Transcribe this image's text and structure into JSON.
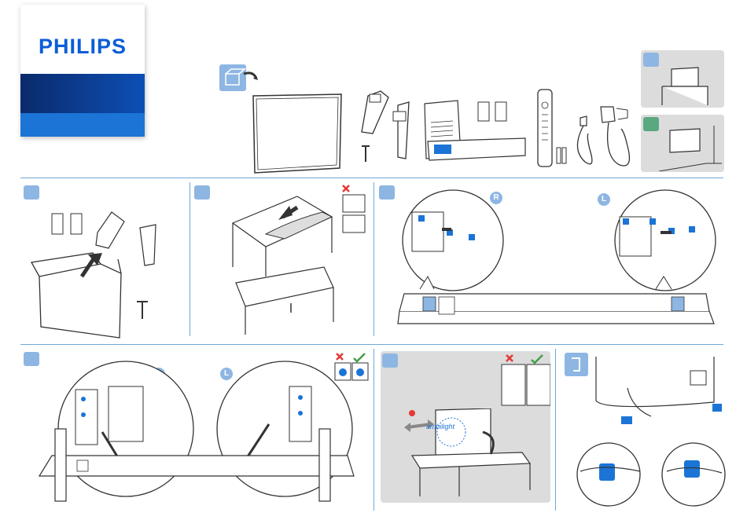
{
  "brand": {
    "name": "PHILIPS"
  },
  "labels": {
    "right": "R",
    "left": "L",
    "ambilight": "ambilight"
  },
  "colors": {
    "brand_blue": "#0b5ed7",
    "accent_blue": "#8eb6e3",
    "accent_green": "#5aa880",
    "error_red": "#e53935",
    "ok_green": "#43a047",
    "line": "#333333"
  }
}
